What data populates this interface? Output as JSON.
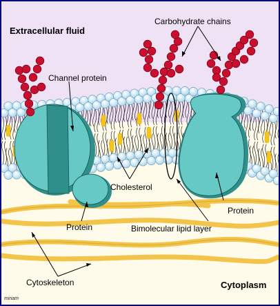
{
  "labels": {
    "extracellular": "Extracellular fluid",
    "carbohydrate": "Carbohydrate chains",
    "channel_protein": "Channel protein",
    "cholesterol": "Cholesterol",
    "protein_left": "Protein",
    "protein_right": "Protein",
    "bimolecular": "Bimolecular lipid layer",
    "cytoskeleton": "Cytoskeleton",
    "cytoplasm": "Cytoplasm",
    "signature": "miriam"
  },
  "colors": {
    "extracellular_bg": "#efe2f4",
    "cytoplasm_bg": "#fffbea",
    "border": "#00007a",
    "lipid_head": "#bfe2f2",
    "lipid_head_outline": "#7aa8c4",
    "protein": "#66c9c6",
    "protein_dark": "#2f8f8a",
    "cholesterol": "#f5c518",
    "carbohydrate": "#c8102e",
    "cytoskeleton": "#f3c44a"
  }
}
